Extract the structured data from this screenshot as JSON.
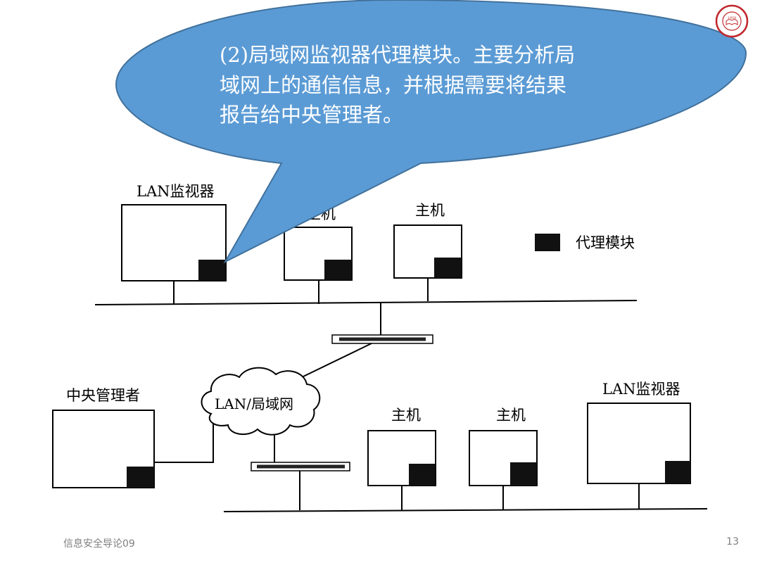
{
  "callout": {
    "lines": [
      "(2)局域网监视器代理模块。主要分析局",
      "域网上的通信信息，并根据需要将结果",
      "报告给中央管理者。"
    ],
    "fill": "#5b9bd5",
    "stroke": "#41719c",
    "text_color": "#ffffff"
  },
  "diagram": {
    "lan_monitor_top": "LAN监视器",
    "host_top_1": "主机",
    "host_top_2": "主机",
    "legend_agent": "代理模块",
    "central_manager": "中央管理者",
    "cloud_label": "LAN/局域网",
    "host_bottom_1": "主机",
    "host_bottom_2": "主机",
    "lan_monitor_bottom": "LAN监视器"
  },
  "footer": {
    "course": "信息安全导论09",
    "page_number": "13"
  },
  "logo": {
    "year": "1958",
    "ring_color": "#c0282d"
  }
}
